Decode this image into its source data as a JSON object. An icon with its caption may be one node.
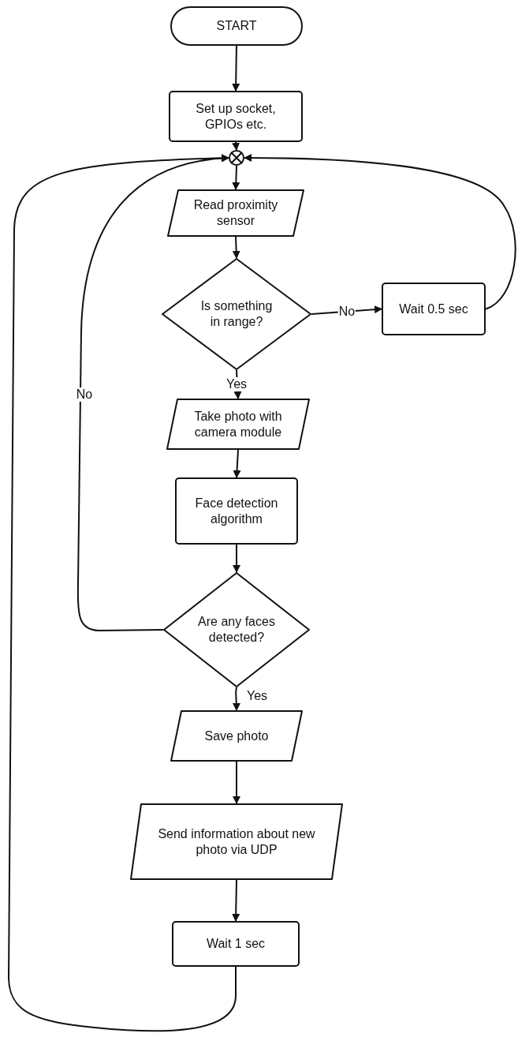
{
  "diagram": {
    "nodes": [
      {
        "text": [
          "START"
        ]
      },
      {
        "text": [
          "Set up socket, GPIOs etc."
        ]
      },
      {
        "text": [],
        "shape": "circle"
      },
      {
        "text": [
          "Read proximity sensor"
        ]
      },
      {
        "text": [
          "Is something in range?"
        ]
      },
      {
        "text": [
          "Wait 0.5 sec"
        ]
      },
      {
        "text": [
          "Take photo with camera module"
        ]
      },
      {
        "text": [
          "Face detection algorithm"
        ]
      },
      {
        "text": [
          "Are any faces detected?"
        ]
      },
      {
        "text": [
          "Save photo"
        ]
      },
      {
        "text": [
          "Send information about new photo via UDP"
        ]
      },
      {
        "text": [
          "Wait 1 sec"
        ]
      }
    ],
    "edges": [
      {
        "from": 0,
        "to": 1,
        "arrow": "to"
      },
      {
        "from": 1,
        "to": 2,
        "arrow": "to"
      },
      {
        "from": 2,
        "to": 3,
        "arrow": "to"
      },
      {
        "from": 3,
        "to": 4,
        "arrow": "to"
      },
      {
        "from": 4,
        "to": 5,
        "arrow": "to",
        "label": "No"
      },
      {
        "from": 5,
        "to": 2,
        "arrow": "to"
      },
      {
        "from": 4,
        "to": 6,
        "arrow": "to",
        "label": "Yes"
      },
      {
        "from": 6,
        "to": 7,
        "arrow": "to"
      },
      {
        "from": 7,
        "to": 8,
        "arrow": "to"
      },
      {
        "from": 8,
        "to": 2,
        "arrow": "to",
        "label": "No"
      },
      {
        "from": 8,
        "to": 9,
        "arrow": "to",
        "label": "Yes"
      },
      {
        "from": 9,
        "to": 10,
        "arrow": "to"
      },
      {
        "from": 10,
        "to": 11,
        "arrow": "to"
      },
      {
        "from": 11,
        "to": 2,
        "arrow": "to"
      }
    ]
  }
}
